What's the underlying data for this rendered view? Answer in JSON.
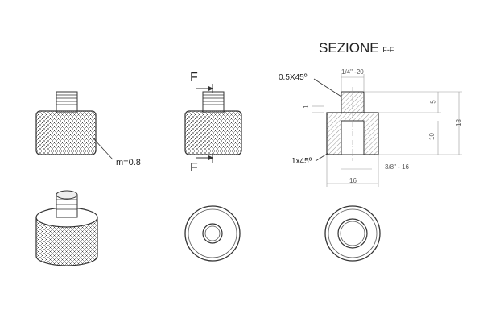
{
  "section": {
    "title": "SEZIONE",
    "suffix": "F-F"
  },
  "labels": {
    "chamfer_top": "0.5X45º",
    "chamfer_bottom": "1x45º",
    "knurl": "m=0.8",
    "cut_top": "F",
    "cut_bottom": "F"
  },
  "dimensions": {
    "thread_top": "1/4\" -20",
    "thread_bottom": "3/8\" - 16",
    "width": "16",
    "height_total": "18",
    "height_upper": "5",
    "height_lower": "10",
    "small": "1"
  },
  "colors": {
    "line": "#333333",
    "dim_line": "#888888",
    "hatch": "#555555",
    "background": "#ffffff"
  }
}
